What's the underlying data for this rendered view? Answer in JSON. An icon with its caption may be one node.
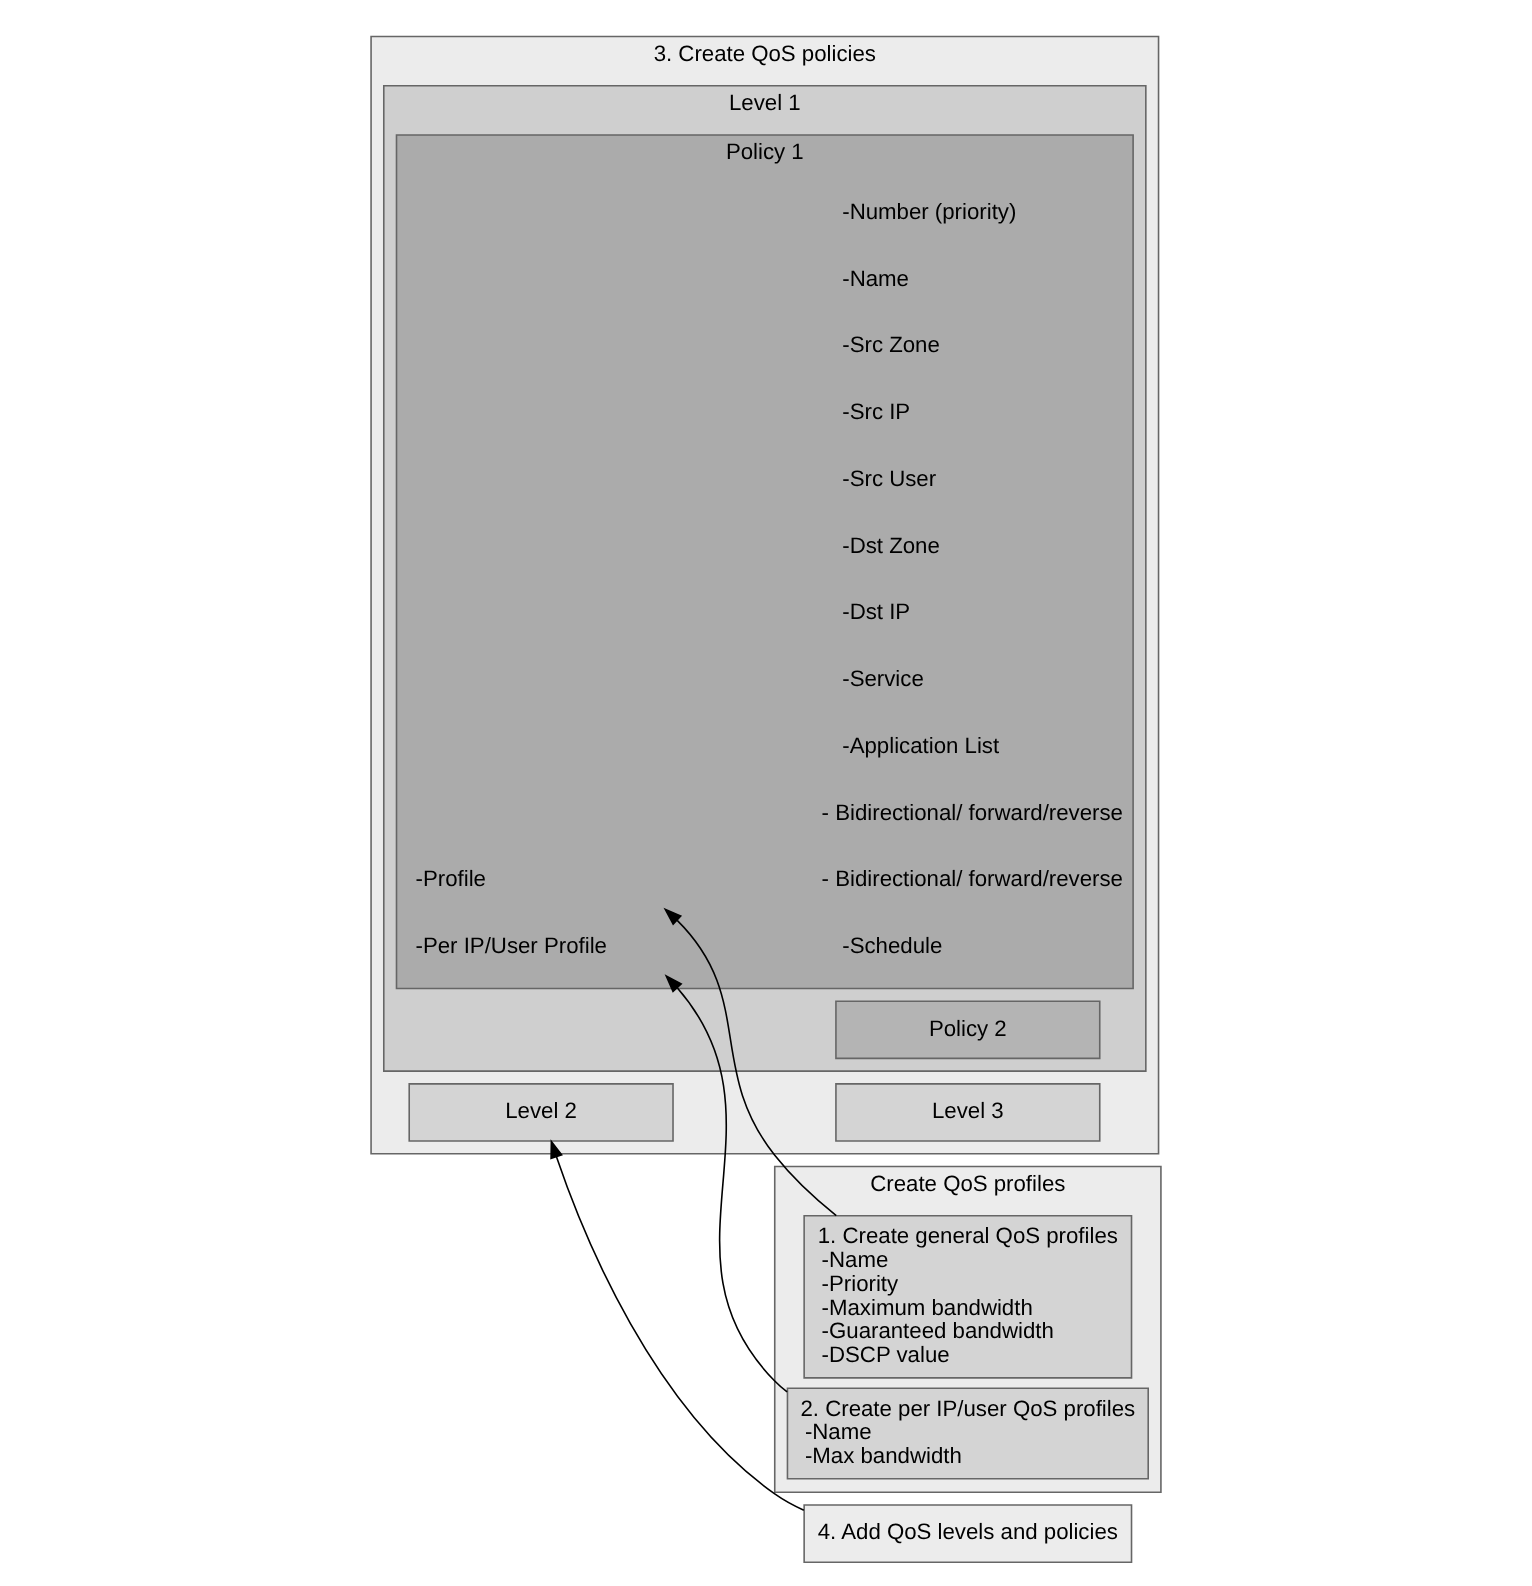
{
  "diagram": {
    "nodes": [
      {
        "text": [
          "3. Create QoS policies"
        ]
      },
      {
        "text": [
          "Level 1"
        ],
        "in": 0
      },
      {
        "text": [
          "Policy 1"
        ],
        "in": 1
      },
      {
        "text": [
          "-Number (priority)"
        ],
        "in": 2
      },
      {
        "text": [
          "-Name"
        ],
        "in": 2
      },
      {
        "text": [
          "-Src Zone"
        ],
        "in": 2
      },
      {
        "text": [
          "-Src IP"
        ],
        "in": 2
      },
      {
        "text": [
          "-Src User"
        ],
        "in": 2
      },
      {
        "text": [
          "-Dst Zone"
        ],
        "in": 2
      },
      {
        "text": [
          "-Dst IP"
        ],
        "in": 2
      },
      {
        "text": [
          "-Service"
        ],
        "in": 2
      },
      {
        "text": [
          "-Application List"
        ],
        "in": 2
      },
      {
        "text": [
          "-Profile"
        ],
        "in": 2
      },
      {
        "text": [
          "- Bidirectional/ forward/reverse"
        ],
        "in": 2
      },
      {
        "text": [
          "-Per IP/User Profile"
        ],
        "in": 2
      },
      {
        "text": [
          "- Bidirectional/ forward/reverse"
        ],
        "in": 2
      },
      {
        "text": [
          "-Schedule"
        ],
        "in": 2
      },
      {
        "text": [
          "Policy 2"
        ],
        "in": 1
      },
      {
        "text": [
          "Level 2"
        ],
        "in": 0
      },
      {
        "text": [
          "Level 3"
        ],
        "in": 0
      },
      {
        "text": [
          "Create QoS profiles"
        ]
      },
      {
        "text": [
          "1. Create general QoS profiles",
          "-Name",
          "-Priority",
          "-Maximum bandwidth",
          "-Guaranteed bandwidth",
          "-DSCP value"
        ],
        "in": 20
      },
      {
        "text": [
          "2. Create per IP/user QoS profiles",
          "-Name",
          "-Max bandwidth"
        ],
        "in": 20
      },
      {
        "text": [
          "4. Add QoS levels and policies"
        ]
      }
    ],
    "edges": [
      {
        "from": 21,
        "to": 12,
        "arrow": "to"
      },
      {
        "from": 22,
        "to": 14,
        "arrow": "to"
      },
      {
        "from": 23,
        "to": 18,
        "arrow": "to"
      }
    ]
  }
}
